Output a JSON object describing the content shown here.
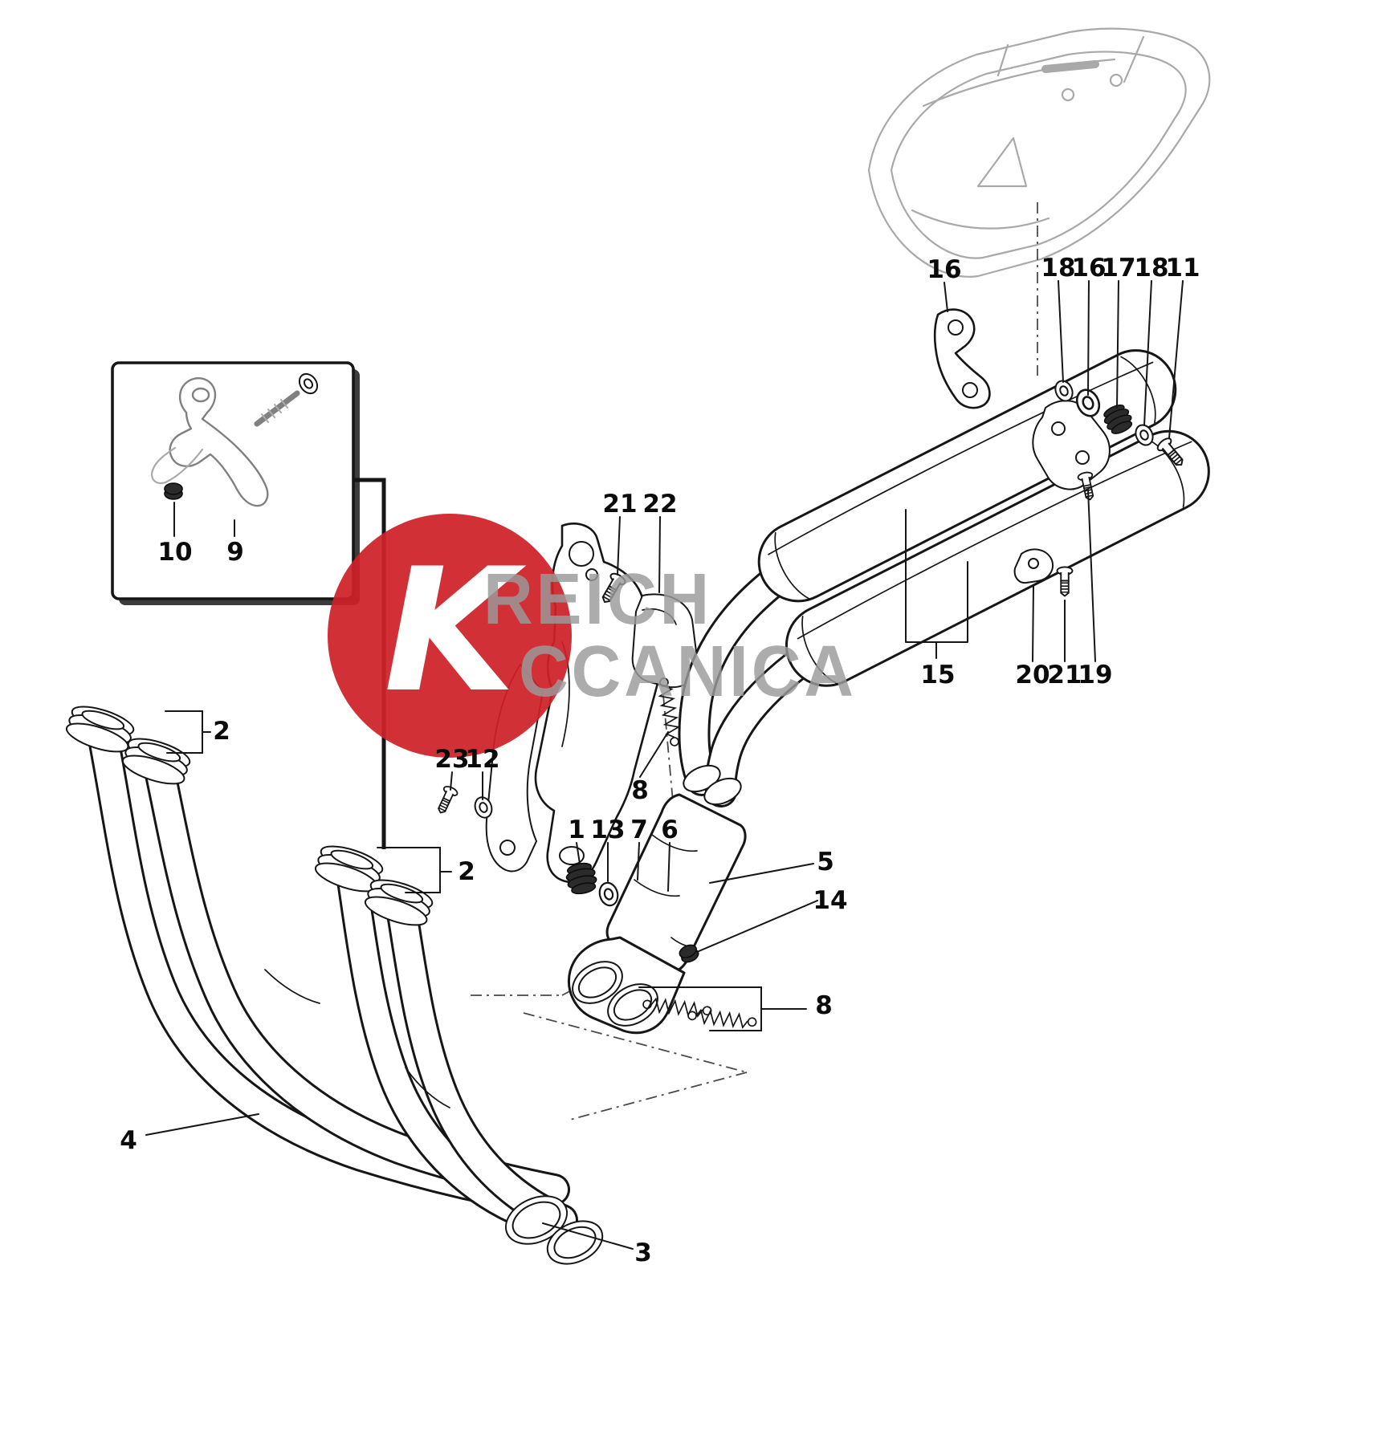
{
  "page": {
    "background": "#ffffff"
  },
  "watermark": {
    "k": "K",
    "line1": "REICH",
    "line2": "CCANICA",
    "circle_color": "#cf2128",
    "text_color": "#9b9b9b"
  },
  "colors": {
    "line": "#161616",
    "ghost": "#a9a9a9",
    "dark_part": "#2b2b2b"
  },
  "callouts": [
    {
      "label": "16"
    },
    {
      "label": "18"
    },
    {
      "label": "16"
    },
    {
      "label": "17"
    },
    {
      "label": "18"
    },
    {
      "label": "11"
    },
    {
      "label": "10"
    },
    {
      "label": "9"
    },
    {
      "label": "21"
    },
    {
      "label": "22"
    },
    {
      "label": "15"
    },
    {
      "label": "20"
    },
    {
      "label": "21"
    },
    {
      "label": "19"
    },
    {
      "label": "2"
    },
    {
      "label": "23"
    },
    {
      "label": "12"
    },
    {
      "label": "8"
    },
    {
      "label": "1"
    },
    {
      "label": "13"
    },
    {
      "label": "7"
    },
    {
      "label": "6"
    },
    {
      "label": "2"
    },
    {
      "label": "5"
    },
    {
      "label": "14"
    },
    {
      "label": "8"
    },
    {
      "label": "4"
    },
    {
      "label": "3"
    }
  ]
}
